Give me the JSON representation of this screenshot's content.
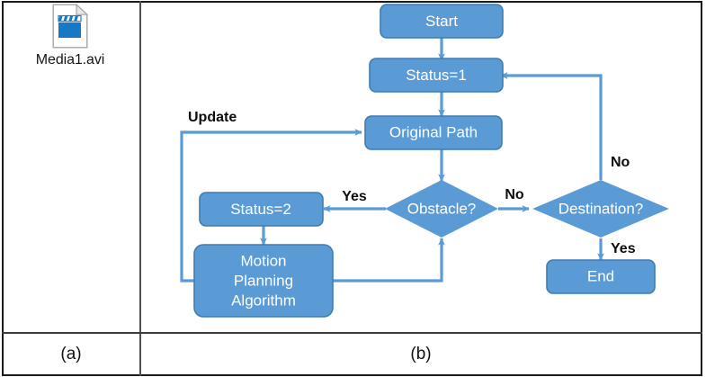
{
  "figure": {
    "panels": [
      {
        "id": "a",
        "caption": "(a)"
      },
      {
        "id": "b",
        "caption": "(b)"
      }
    ]
  },
  "panel_a": {
    "file": {
      "name": "Media1.avi",
      "icon": "video-file-icon"
    }
  },
  "panel_b": {
    "diagram_type": "flowchart",
    "colors": {
      "node_fill": "#5B9BD5",
      "node_stroke": "#3E7CB1",
      "edge": "#5B9BD5",
      "label_text": "#0D0D0D",
      "node_text": "#FFFFFF"
    },
    "nodes": [
      {
        "id": "start",
        "shape": "rounded-rect",
        "label": "Start"
      },
      {
        "id": "status1",
        "shape": "rounded-rect",
        "label": "Status=1"
      },
      {
        "id": "original",
        "shape": "rounded-rect",
        "label": "Original Path"
      },
      {
        "id": "obstacle",
        "shape": "diamond",
        "label": "Obstacle?"
      },
      {
        "id": "destination",
        "shape": "diamond",
        "label": "Destination?"
      },
      {
        "id": "status2",
        "shape": "rounded-rect",
        "label": "Status=2"
      },
      {
        "id": "motion",
        "shape": "rounded-rect",
        "label_line1": "Motion",
        "label_line2": "Planning",
        "label_line3": "Algorithm"
      },
      {
        "id": "end",
        "shape": "rounded-rect",
        "label": "End"
      }
    ],
    "edge_labels": {
      "update": "Update",
      "obstacle_yes": "Yes",
      "obstacle_no": "No",
      "destination_no": "No",
      "destination_yes": "Yes"
    }
  }
}
